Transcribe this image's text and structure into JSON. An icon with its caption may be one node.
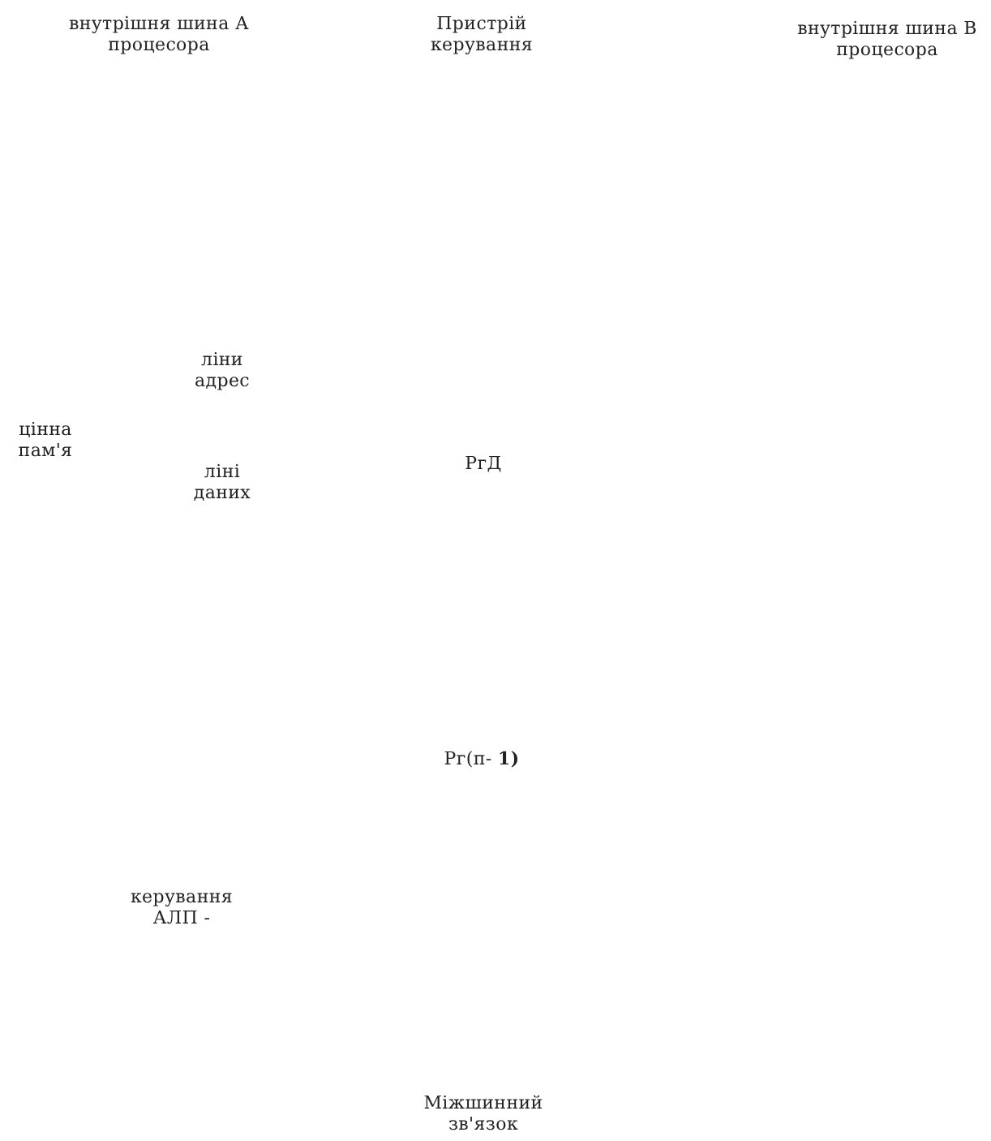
{
  "diagram": {
    "labels": [
      "внутрішня шина А процесора",
      "Пристрій керування",
      "внутрішня шина В процесора",
      "ліни адрес",
      "цінна пам'я",
      "ліні даних",
      "РгД",
      "Рг(п- **1)**",
      "керування АЛП -",
      "Міжшинний зв'язок"
    ]
  }
}
